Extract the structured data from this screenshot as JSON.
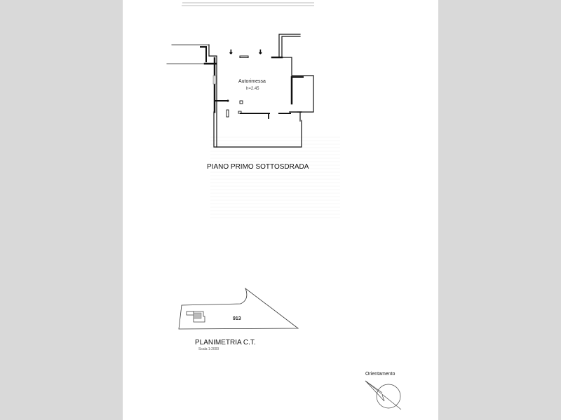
{
  "document": {
    "type": "floor-plan",
    "page_background": "#ffffff",
    "margin_color": "#d9d9d9"
  },
  "floor_plan": {
    "room_name": "Autorimessa",
    "room_height": "h=2.45",
    "title": "PIANO PRIMO SOTTOSDRADA"
  },
  "cadastral_map": {
    "parcel_number": "913",
    "title": "PLANIMETRIA C.T.",
    "scale": "Scala 1:2000"
  },
  "orientation": {
    "label": "Orientamento"
  }
}
